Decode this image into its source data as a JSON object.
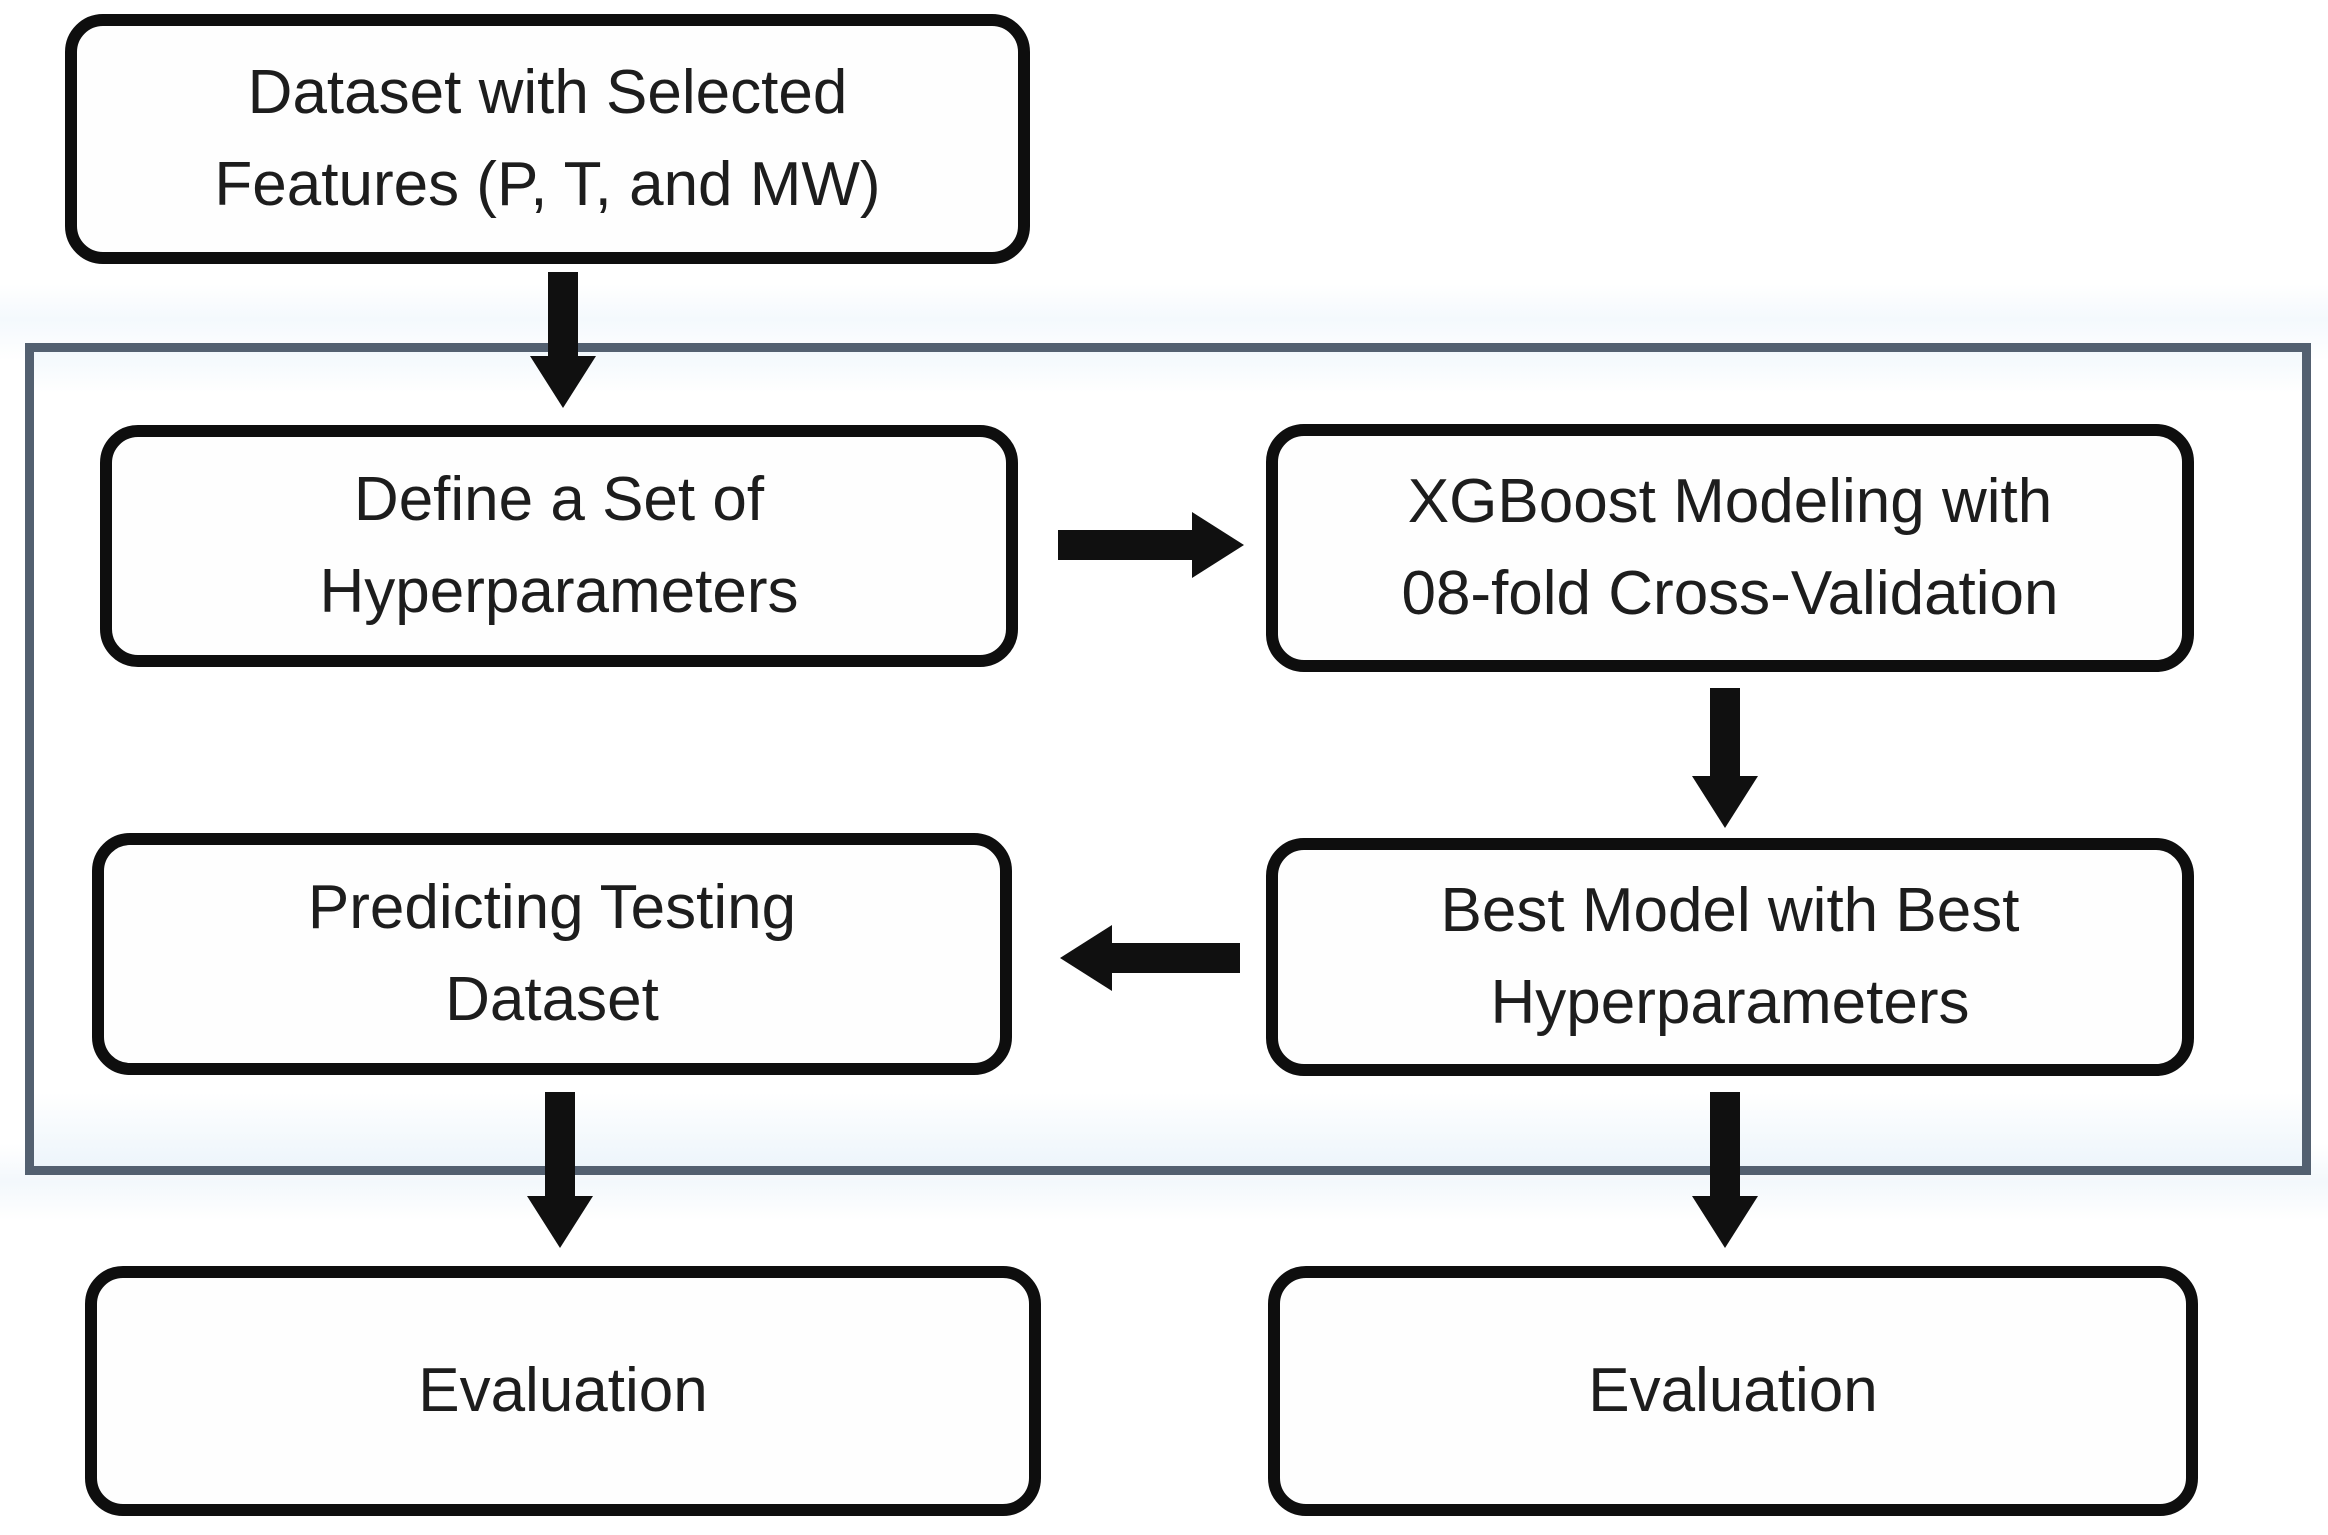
{
  "diagram": {
    "title": "XGBoost modeling workflow flowchart",
    "nodes": {
      "dataset": {
        "line1": "Dataset with Selected",
        "line2": "Features (P, T, and MW)"
      },
      "define": {
        "line1": "Define a Set of",
        "line2": "Hyperparameters"
      },
      "xgboost": {
        "line1": "XGBoost Modeling with",
        "line2": "08-fold Cross-Validation"
      },
      "best_model": {
        "line1": "Best Model with Best",
        "line2": "Hyperparameters"
      },
      "predict": {
        "line1": "Predicting Testing",
        "line2": "Dataset"
      },
      "evaluation_left": {
        "line1": "Evaluation"
      },
      "evaluation_right": {
        "line1": "Evaluation"
      }
    },
    "connections": [
      "dataset -> define (down)",
      "define -> xgboost (right)",
      "xgboost -> best_model (down)",
      "best_model -> predict (left)",
      "predict -> evaluation_left (down)",
      "best_model -> evaluation_right (down)"
    ],
    "colors": {
      "node_border": "#0e0e0e",
      "node_fill": "#fefefe",
      "container_border": "#536070",
      "arrow": "#101010",
      "text": "#1d1d1d",
      "background": "#ffffff"
    }
  }
}
